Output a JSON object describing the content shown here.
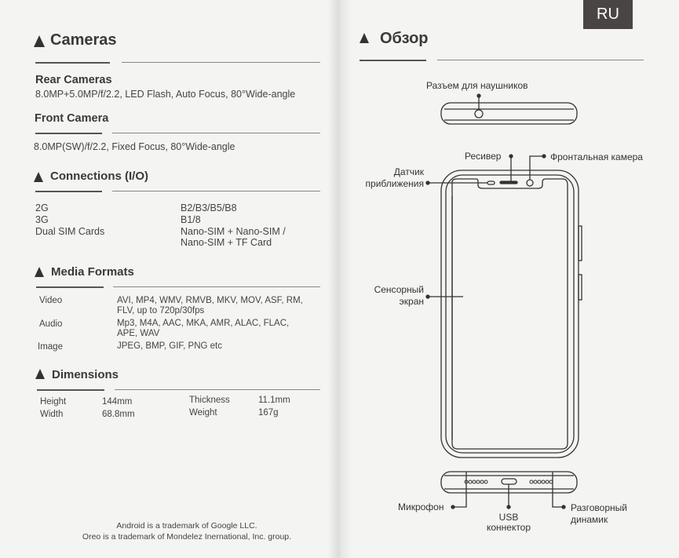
{
  "left_page": {
    "cameras": {
      "title": "Cameras",
      "rear_heading": "Rear Cameras",
      "rear_text": "8.0MP+5.0MP/f/2.2, LED Flash, Auto Focus, 80°Wide-angle",
      "front_heading": "Front Camera",
      "front_text": "8.0MP(SW)/f/2.2, Fixed Focus, 80°Wide-angle"
    },
    "connections": {
      "title": "Connections (I/O)",
      "rows": [
        {
          "label": "2G",
          "value": "B2/B3/B5/B8"
        },
        {
          "label": "3G",
          "value": "B1/8"
        },
        {
          "label": "Dual SIM Cards",
          "value": "Nano-SIM + Nano-SIM /",
          "value2": "Nano-SIM + TF Card"
        }
      ]
    },
    "media": {
      "title": "Media Formats",
      "rows": [
        {
          "label": "Video",
          "value": "AVI, MP4, WMV, RMVB, MKV, MOV, ASF, RM,",
          "value2": "FLV, up to 720p/30fps"
        },
        {
          "label": "Audio",
          "value": "Mp3, M4A, AAC, MKA, AMR, ALAC, FLAC,",
          "value2": "APE, WAV"
        },
        {
          "label": "Image",
          "value": "JPEG, BMP, GIF, PNG etc"
        }
      ]
    },
    "dimensions": {
      "title": "Dimensions",
      "height_label": "Height",
      "height_value": "144mm",
      "width_label": "Width",
      "width_value": "68.8mm",
      "thickness_label": "Thickness",
      "thickness_value": "11.1mm",
      "weight_label": "Weight",
      "weight_value": "167g"
    },
    "footer": {
      "line1": "Android is a trademark of Google LLC.",
      "line2": "Oreo is a trademark of Mondelez Inernational, Inc. group."
    }
  },
  "right_page": {
    "lang_badge": "RU",
    "title": "Обзор",
    "labels": {
      "headphone_jack": "Разъем для наушников",
      "receiver": "Ресивер",
      "front_camera": "Фронтальная камера",
      "proximity_1": "Датчик",
      "proximity_2": "приближения",
      "touchscreen_1": "Сенсорный",
      "touchscreen_2": "экран",
      "microphone": "Микрофон",
      "usb_1": "USB",
      "usb_2": "коннектор",
      "speaker_1": "Разговорный",
      "speaker_2": "динамик"
    }
  }
}
